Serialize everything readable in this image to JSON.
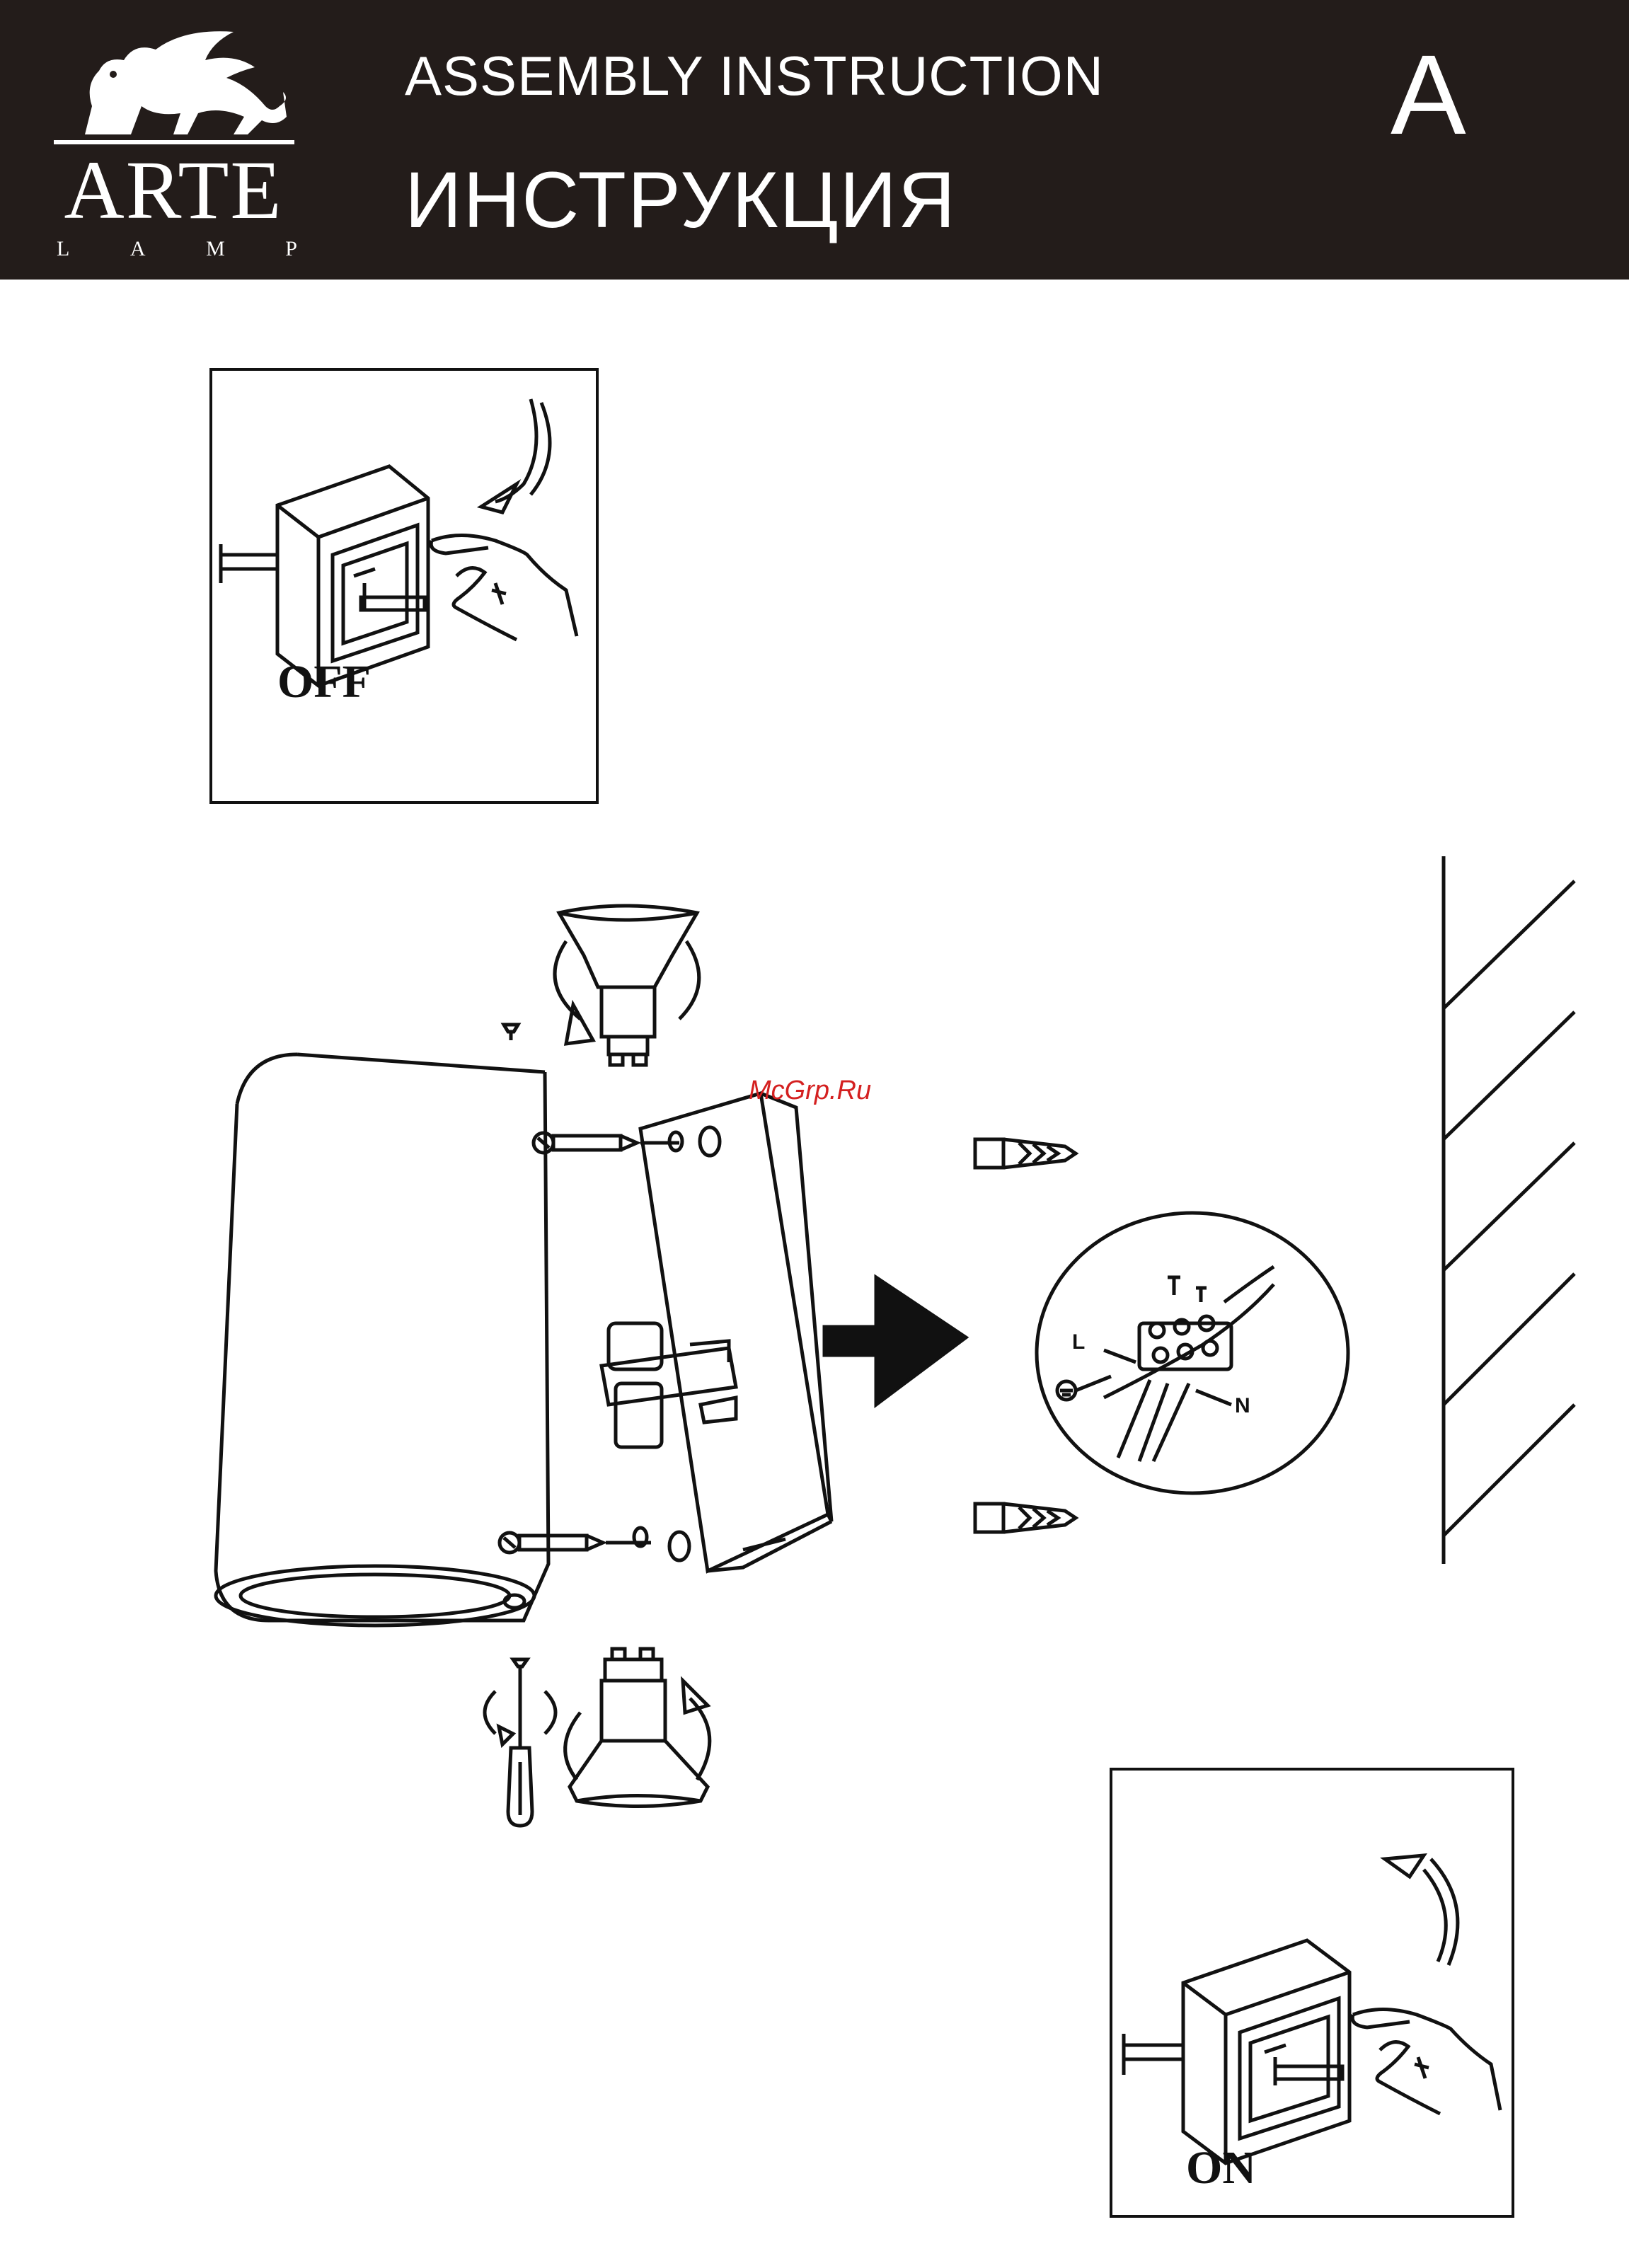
{
  "header": {
    "brand_name": "ARTE",
    "brand_sub": [
      "L",
      "A",
      "M",
      "P"
    ],
    "title_en": "ASSEMBLY INSTRUCTION",
    "title_ru": "ИНСТРУКЦИЯ",
    "section_letter": "A",
    "background_color": "#231c1a"
  },
  "panels": {
    "off_label": "OFF",
    "on_label": "ON"
  },
  "watermark": "McGrp.Ru",
  "wiring": {
    "live_label": "L",
    "neutral_label": "N",
    "earth_symbol": "earth-ground-icon"
  },
  "colors": {
    "line": "#111111",
    "watermark": "#d42020"
  }
}
